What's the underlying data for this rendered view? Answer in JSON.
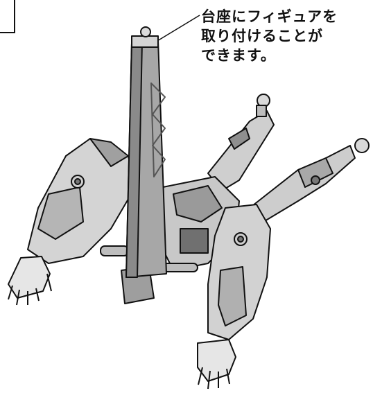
{
  "callout": {
    "lines": [
      "台座にフィギュアを",
      "取り付けることが",
      "できます。"
    ]
  },
  "illustration": {
    "subject": "robot-figure-on-stand",
    "colors": {
      "line": "#111111",
      "fill_light": "#d9d9d9",
      "fill_mid": "#a9a9a9",
      "fill_dark": "#6f6f6f"
    }
  }
}
